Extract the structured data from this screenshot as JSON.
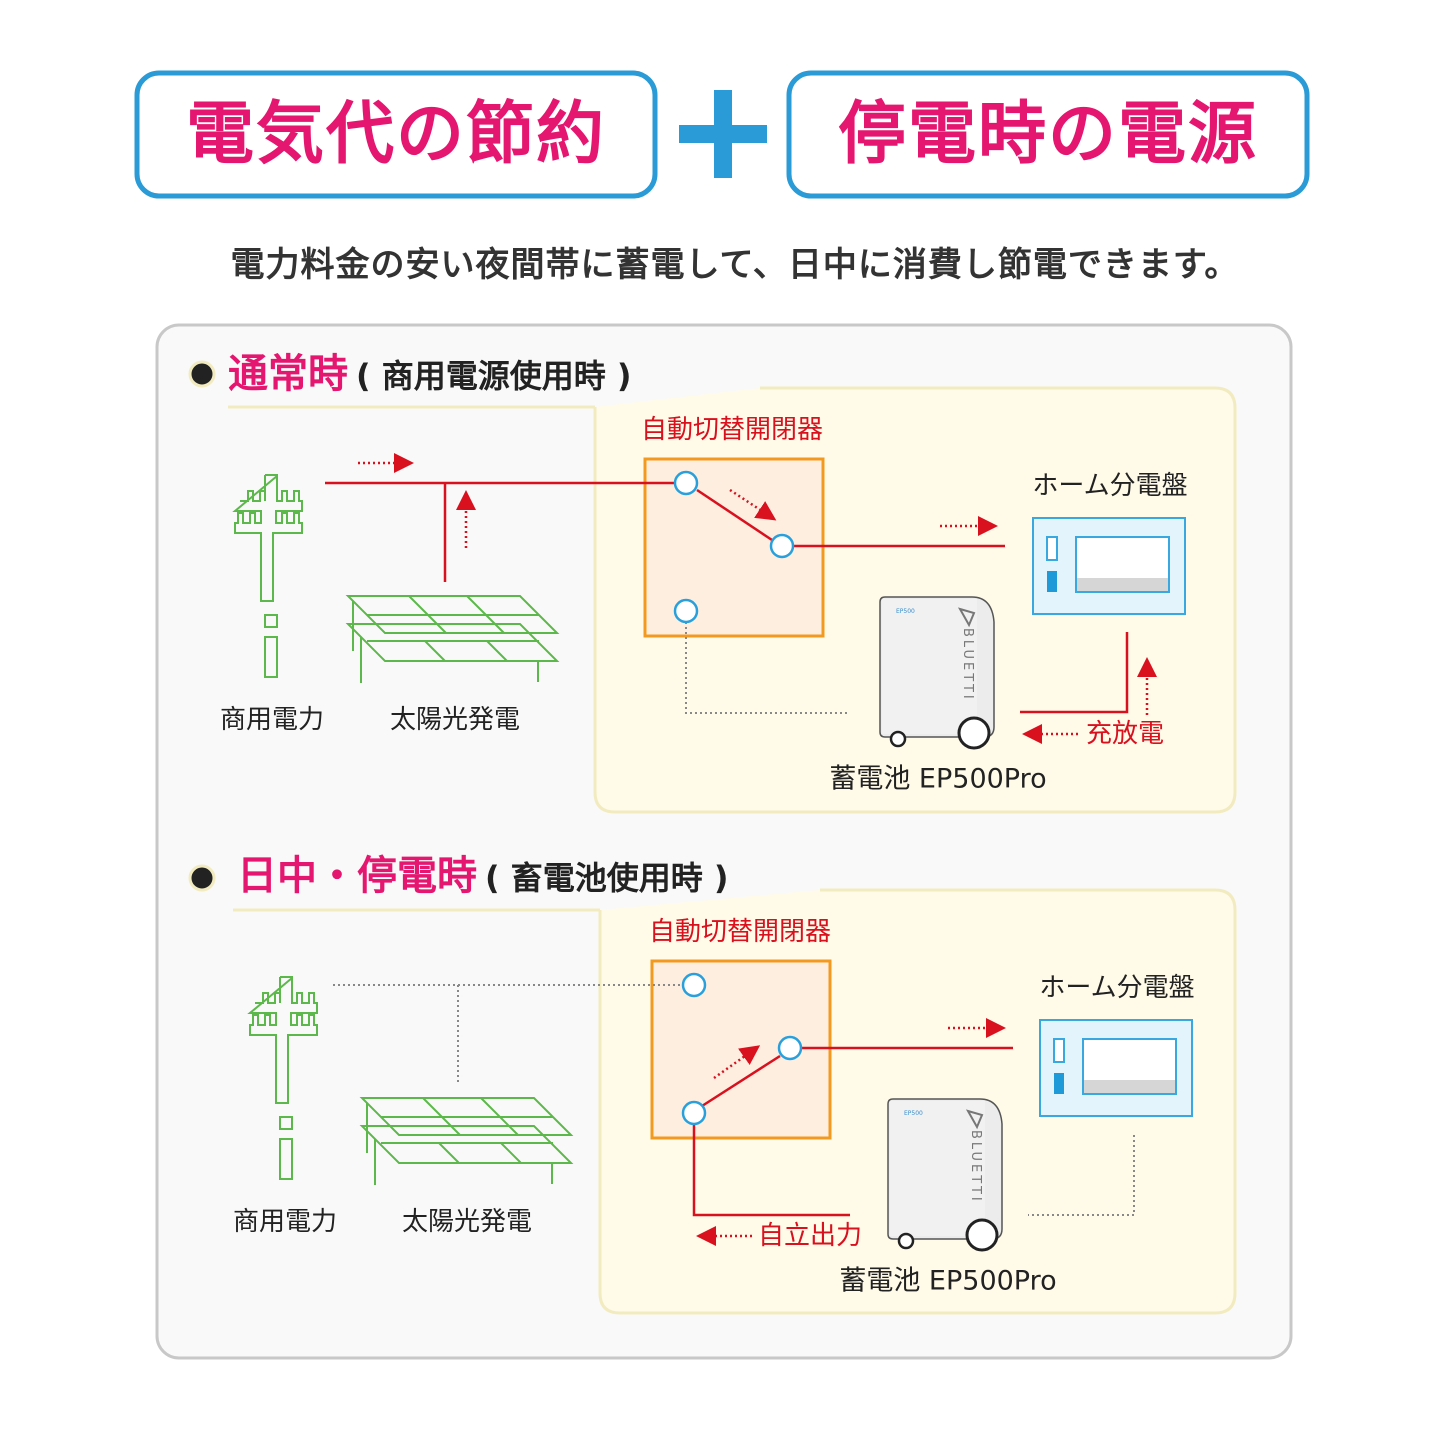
{
  "header": {
    "left_title": "電気代の節約",
    "plus": "+",
    "right_title": "停電時の電源",
    "subtitle": "電力料金の安い夜間帯に蓄電して、日中に消費し節電できます。"
  },
  "sections": [
    {
      "heading": "通常時",
      "heading_note": "( 商用電源使用時 )",
      "switch_label": "自動切替開閉器",
      "grid_label": "商用電力",
      "solar_label": "太陽光発電",
      "panel_label": "ホーム分電盤",
      "flow_label": "充放電",
      "battery_label": "蓄電池 EP500Pro"
    },
    {
      "heading": "日中・停電時",
      "heading_note": "( 畜電池使用時 )",
      "switch_label": "自動切替開閉器",
      "grid_label": "商用電力",
      "solar_label": "太陽光発電",
      "panel_label": "ホーム分電盤",
      "flow_label": "自立出力",
      "battery_label": "蓄電池 EP500Pro"
    }
  ],
  "battery_brand": "BLUETTI",
  "battery_model": "EP500",
  "colors": {
    "title": "#e4166f",
    "frame_blue": "#2a9bd6",
    "line_red": "#d9101e",
    "switch_orange": "#f29a1f",
    "icon_green": "#5cb84a"
  }
}
